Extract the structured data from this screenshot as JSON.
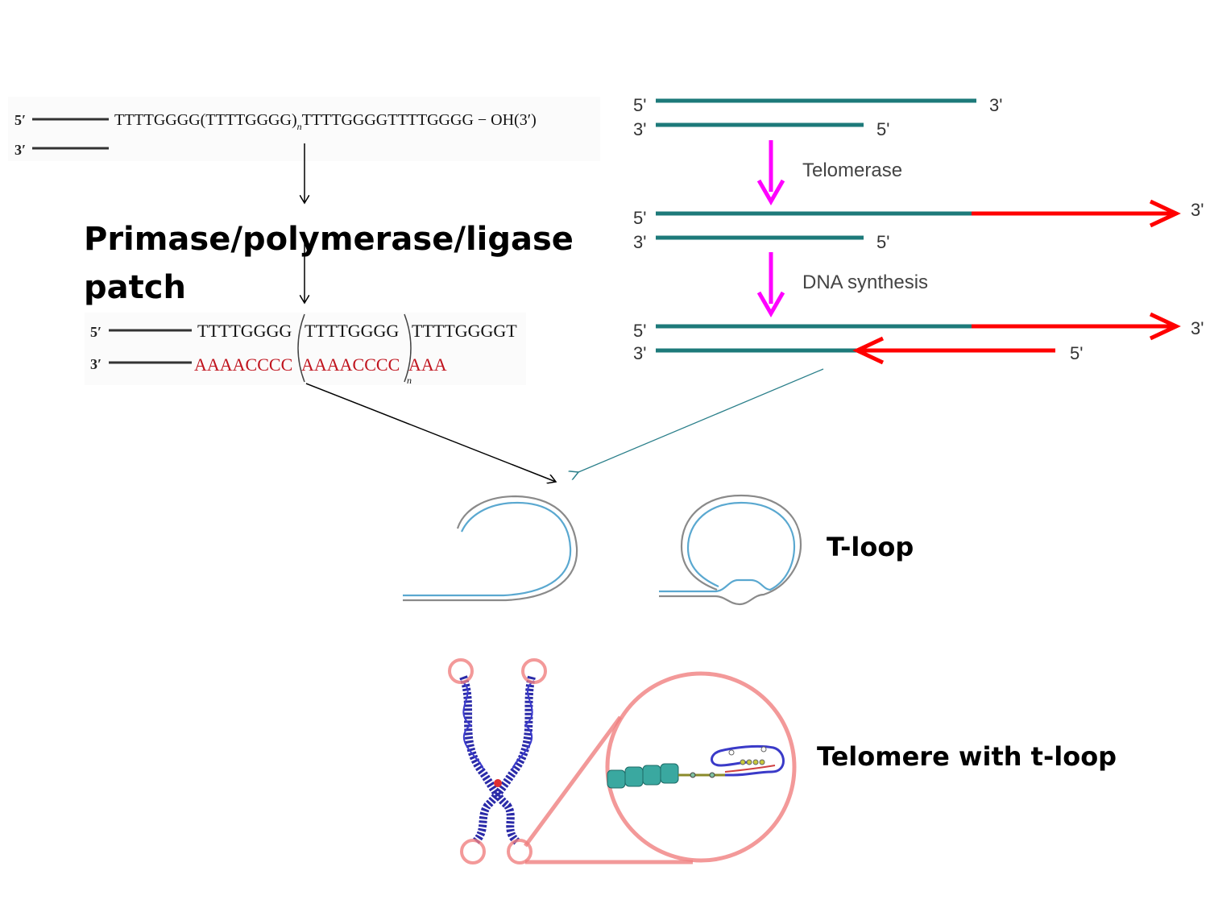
{
  "top_left": {
    "strand5_prime": "5′",
    "strand3_prime": "3′",
    "seq_a": "TTTTGGGG(TTTTGGGG)",
    "seq_sub_n": "n",
    "seq_b": "TTTTGGGGTTTTGGGG",
    "seq_tail": " − OH(3′)"
  },
  "patch_label_line1": "Primase/polymerase/ligase",
  "patch_label_line2": "patch",
  "patched": {
    "p5": "5′",
    "p3": "3′",
    "top_seq_1": "TTTTGGGG",
    "top_seq_2": "TTTTGGGG",
    "top_seq_3": "TTTTGGGGT",
    "bottom_seq_1": "AAAACCCC",
    "bottom_seq_2": "AAAACCCC",
    "bottom_seq_3": "AAA",
    "sub_n": "n"
  },
  "right_panel": {
    "row1_5": "5'",
    "row1_3": "3'",
    "row1_3b": "3'",
    "row1_5b": "5'",
    "step1": "Telomerase",
    "row2_5": "5'",
    "row2_3": "3'",
    "row2_3b": "3'",
    "row2_5b": "5'",
    "step2": "DNA synthesis",
    "row3_5": "5'",
    "row3_3": "3'",
    "row3_3b": "3'",
    "row3_5b": "5'"
  },
  "tloop_label": "T-loop",
  "telomere_label": "Telomere with t-loop",
  "colors": {
    "teal": "#1d7a7a",
    "red": "#ff0000",
    "magenta": "#ff00ff",
    "dark_red_seq": "#c0141e",
    "loop_blue": "#5aa8d0",
    "loop_gray": "#8a8a8a",
    "chromosome_blue": "#2a2aa8",
    "circle_pink": "#f08080"
  }
}
